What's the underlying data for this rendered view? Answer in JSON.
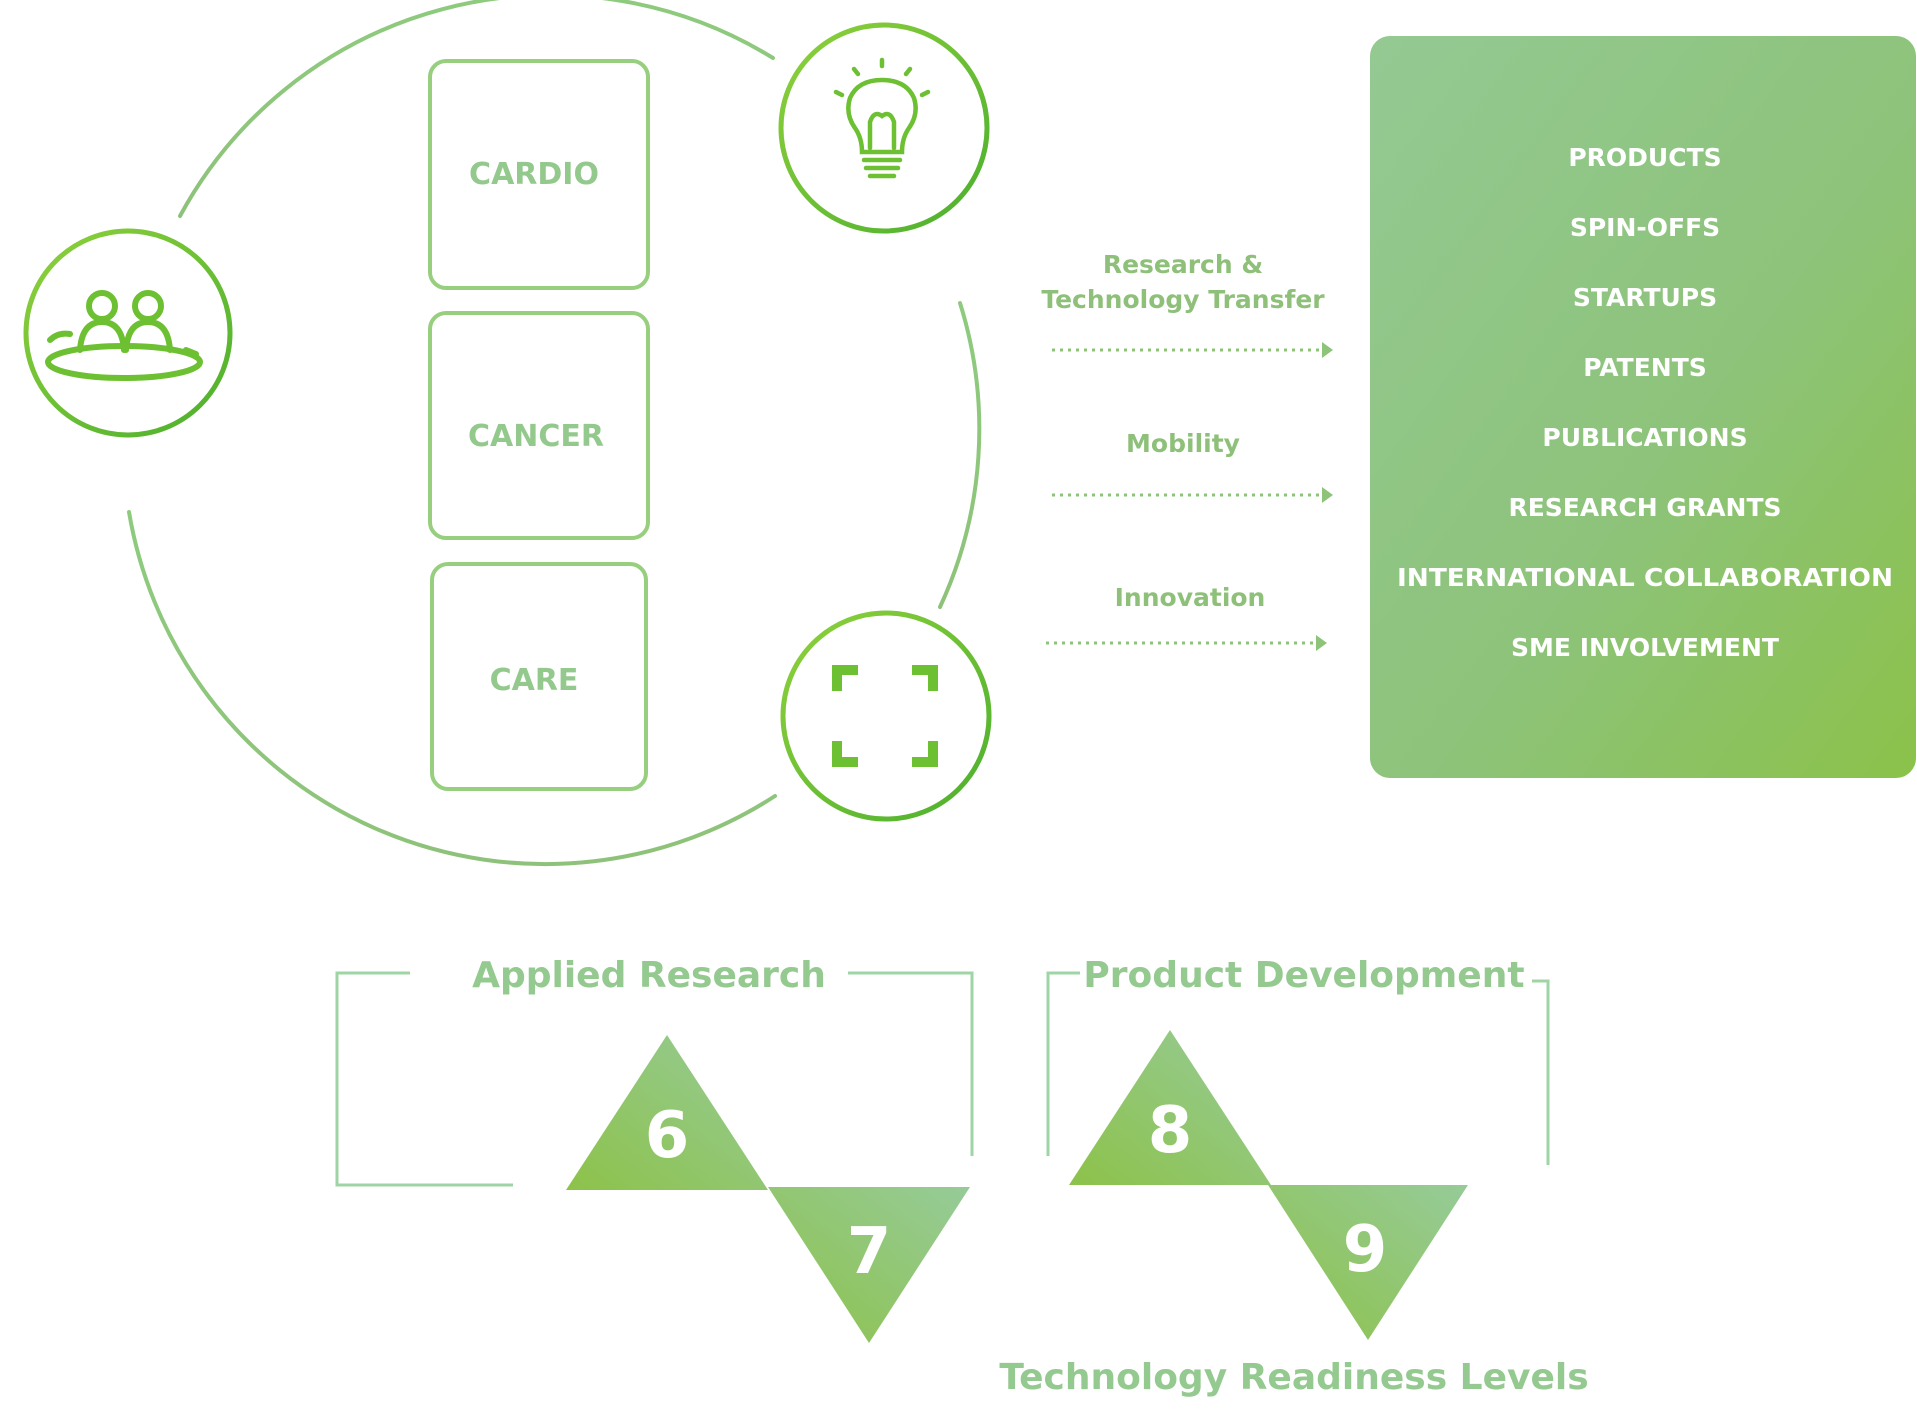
{
  "colors": {
    "green_dark": "#6ec239",
    "green_mid": "#8cc36a",
    "green_light": "#94cc98",
    "text_green": "#8ec07a",
    "white": "#ffffff"
  },
  "cycle": {
    "boxes": [
      {
        "label": "CARDIO"
      },
      {
        "label": "CANCER"
      },
      {
        "label": "CARE"
      }
    ],
    "icons": [
      {
        "name": "people-icon"
      },
      {
        "name": "lightbulb-icon"
      },
      {
        "name": "focus-frame-icon"
      }
    ]
  },
  "flows": [
    {
      "label_lines": [
        "Research &",
        "Technology Transfer"
      ]
    },
    {
      "label_lines": [
        "Mobility"
      ]
    },
    {
      "label_lines": [
        "Innovation"
      ]
    }
  ],
  "outputs": {
    "items": [
      "PRODUCTS",
      "SPIN-OFFS",
      "STARTUPS",
      "PATENTS",
      "PUBLICATIONS",
      "RESEARCH GRANTS",
      "INTERNATIONAL COLLABORATION",
      "SME INVOLVEMENT"
    ]
  },
  "trl": {
    "groups": [
      {
        "label": "Applied Research",
        "levels": [
          "6",
          "7"
        ]
      },
      {
        "label": "Product Development",
        "levels": [
          "8",
          "9"
        ]
      }
    ],
    "caption": "Technology Readiness Levels"
  }
}
